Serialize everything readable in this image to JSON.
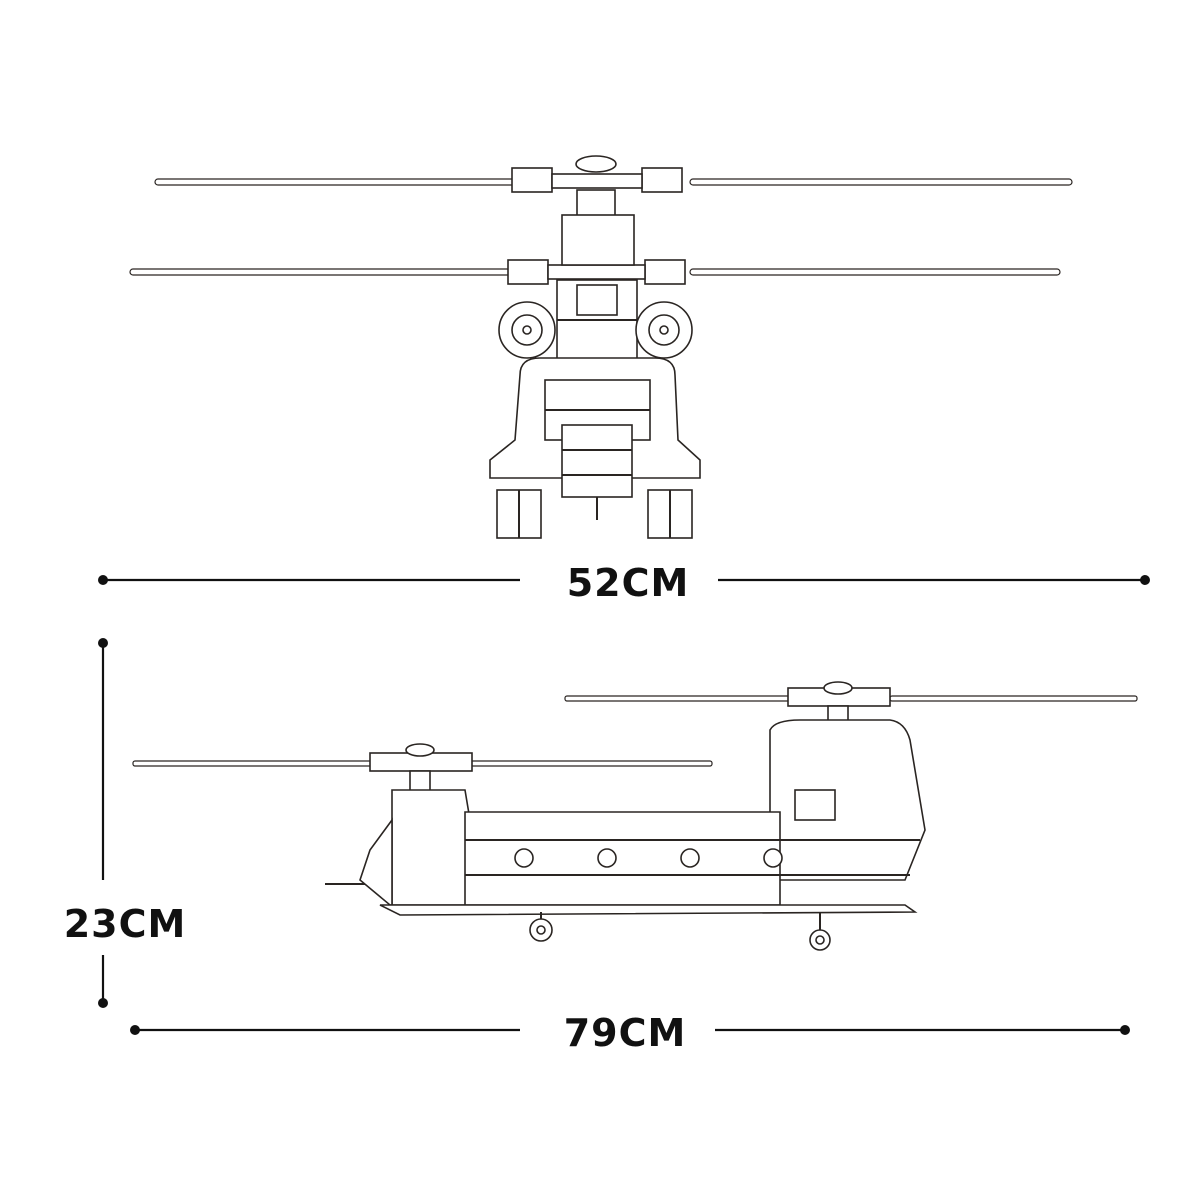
{
  "dimensions": {
    "width_front": "52CM",
    "height": "23CM",
    "length": "79CM"
  },
  "colors": {
    "line": "#2a2522",
    "background": "#ffffff"
  }
}
